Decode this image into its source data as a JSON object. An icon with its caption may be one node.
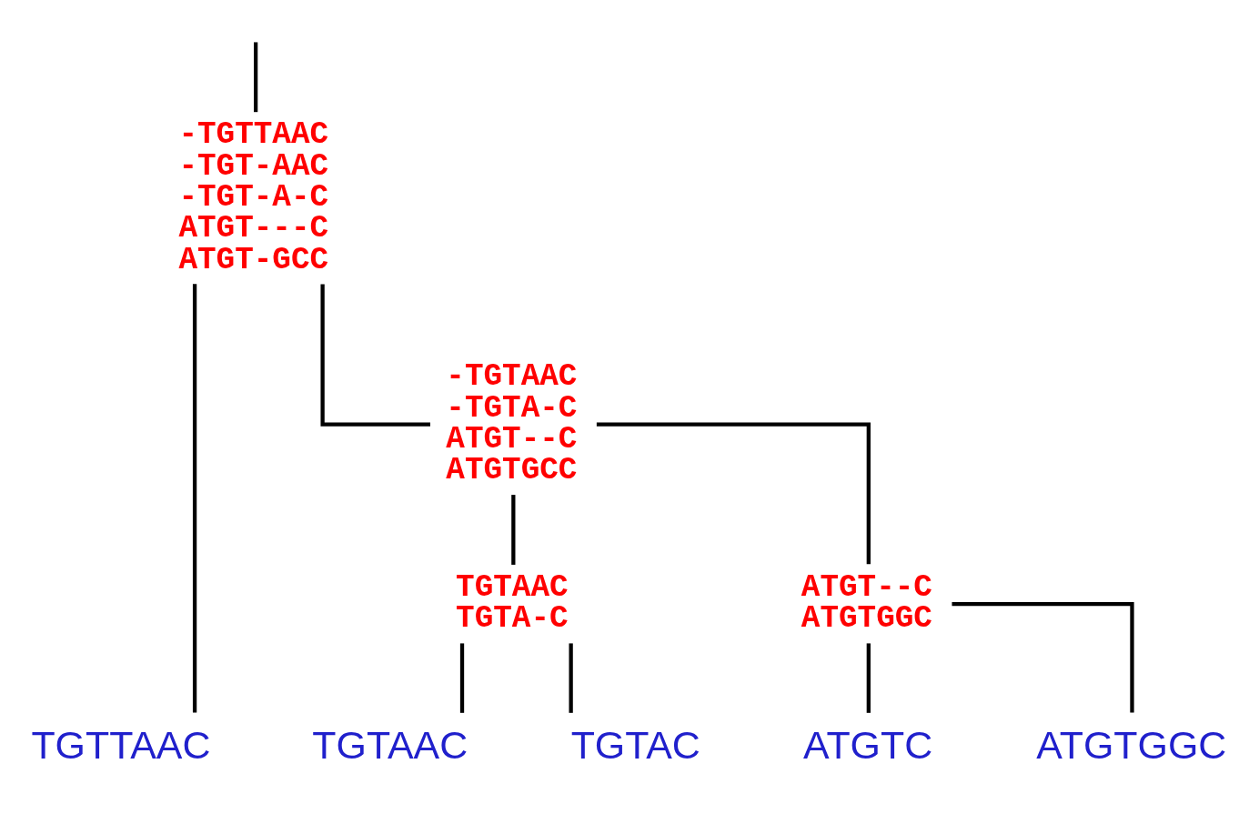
{
  "diagram": {
    "nodes": [
      {
        "text": [
          "-TGTTAAC",
          "-TGT-AAC",
          "-TGT-A-C",
          "ATGT---C",
          "ATGT-GCC"
        ]
      },
      {
        "text": [
          "TGTTAAC"
        ]
      },
      {
        "text": [
          "-TGTAAC",
          "-TGTA-C",
          "ATGT--C",
          "ATGTGCC"
        ]
      },
      {
        "text": [
          "TGTAAC",
          "TGTA-C"
        ]
      },
      {
        "text": [
          "TGTAAC"
        ]
      },
      {
        "text": [
          "TGTAC"
        ]
      },
      {
        "text": [
          "ATGT--C",
          "ATGTGGC"
        ]
      },
      {
        "text": [
          "ATGTC"
        ]
      },
      {
        "text": [
          "ATGTGGC"
        ]
      }
    ],
    "edges": [
      {
        "from": null,
        "to": 0,
        "arrow": "none"
      },
      {
        "from": 0,
        "to": 1,
        "arrow": "none"
      },
      {
        "from": 0,
        "to": 2,
        "arrow": "none"
      },
      {
        "from": 2,
        "to": 3,
        "arrow": "none"
      },
      {
        "from": 2,
        "to": 6,
        "arrow": "none"
      },
      {
        "from": 3,
        "to": 4,
        "arrow": "none"
      },
      {
        "from": 3,
        "to": 5,
        "arrow": "none"
      },
      {
        "from": 6,
        "to": 7,
        "arrow": "none"
      },
      {
        "from": 6,
        "to": 8,
        "arrow": "none"
      }
    ]
  }
}
